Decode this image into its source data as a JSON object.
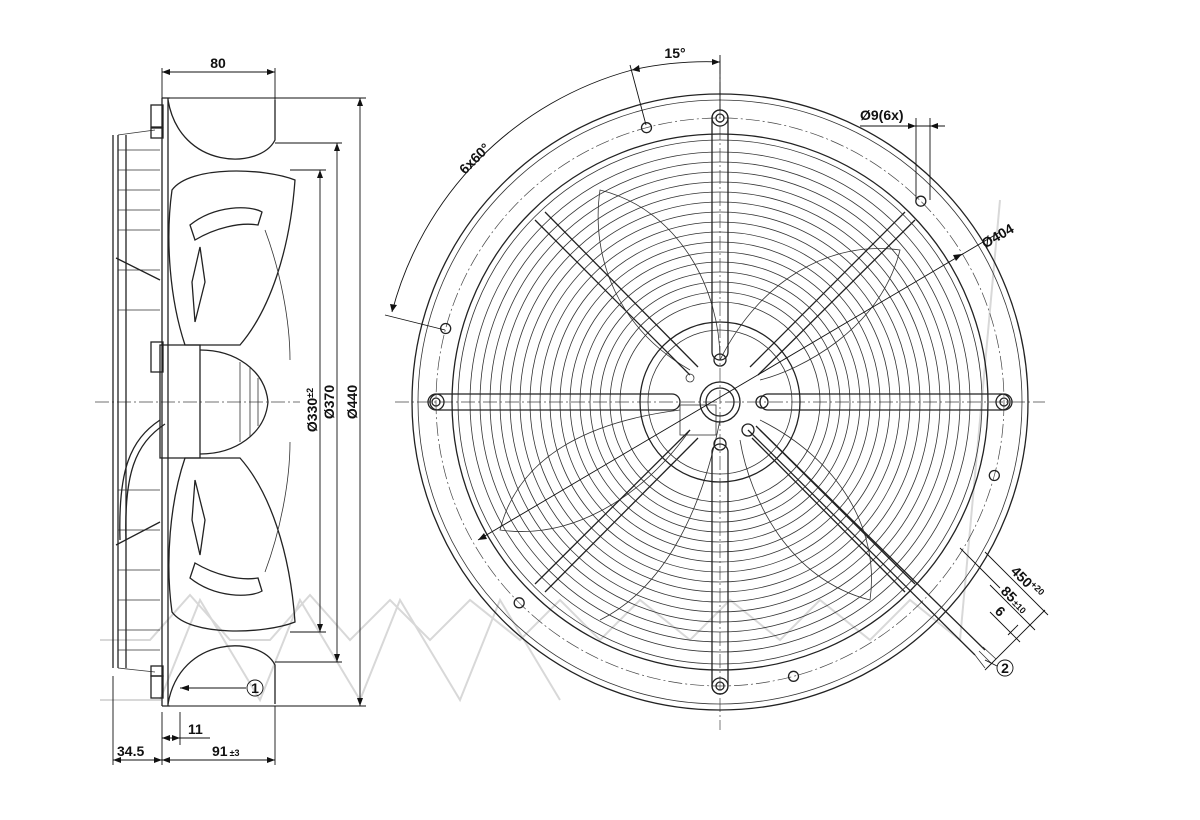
{
  "side_view": {
    "dims": {
      "depth": "80",
      "d_inner": "Ø330",
      "d_inner_tol": "±2",
      "d_mid": "Ø370",
      "d_outer": "Ø440",
      "offset_11": "11",
      "offset_34": "34.5",
      "depth_91": "91",
      "depth_91_tol": "±3"
    },
    "callout": "1"
  },
  "front_view": {
    "dims": {
      "angle_15": "15°",
      "angle_6x60": "6x60°",
      "hole": "Ø9(6x)",
      "bolt_circle": "Ø404",
      "cable_len": "450",
      "cable_len_tol": "+20",
      "strip_len": "85",
      "strip_len_tol": "±10",
      "wire_end": "6"
    },
    "callout": "2"
  }
}
